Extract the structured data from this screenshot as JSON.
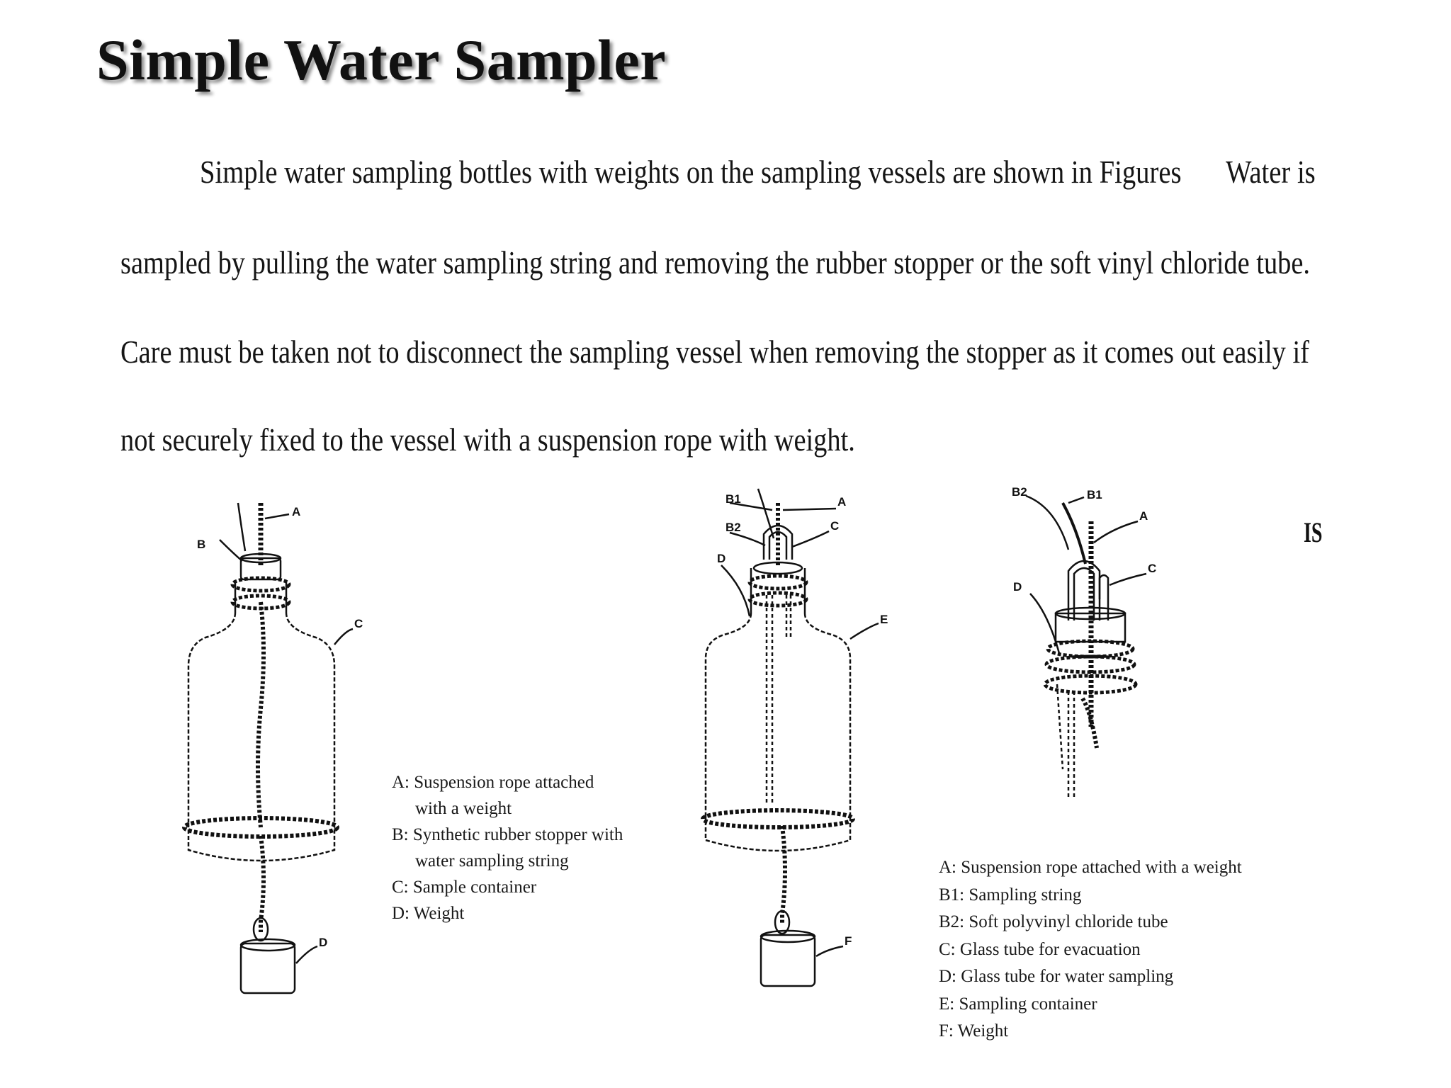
{
  "title": "Simple Water Sampler",
  "paragraph": {
    "line1": "Simple water sampling bottles with weights on the sampling vessels are shown in Figures",
    "line1_tail": "Water is",
    "line2": "sampled by pulling the water sampling string and removing the rubber stopper or the soft vinyl chloride tube.",
    "line3": "Care must be taken not to disconnect the sampling vessel when removing the stopper as it comes out easily if",
    "line4": "not securely fixed to the vessel with a suspension rope with weight."
  },
  "stray_text": "IS",
  "figure1": {
    "labels": {
      "a": "A",
      "b": "B",
      "c": "C",
      "d": "D"
    },
    "legend": [
      "A: Suspension rope attached",
      "with a weight",
      "B: Synthetic rubber stopper with",
      "water sampling string",
      "C: Sample container",
      "D: Weight"
    ]
  },
  "figure2": {
    "labels": {
      "b1": "B1",
      "a": "A",
      "b2": "B2",
      "c": "C",
      "d": "D",
      "e": "E",
      "f": "F"
    }
  },
  "figure3": {
    "labels": {
      "b2": "B2",
      "b1": "B1",
      "a": "A",
      "c": "C",
      "d": "D"
    }
  },
  "legend2": [
    "A: Suspension rope attached with a weight",
    "B1: Sampling string",
    "B2: Soft polyvinyl chloride tube",
    "C: Glass tube for evacuation",
    "D: Glass tube for water sampling",
    "E: Sampling container",
    "F: Weight"
  ]
}
